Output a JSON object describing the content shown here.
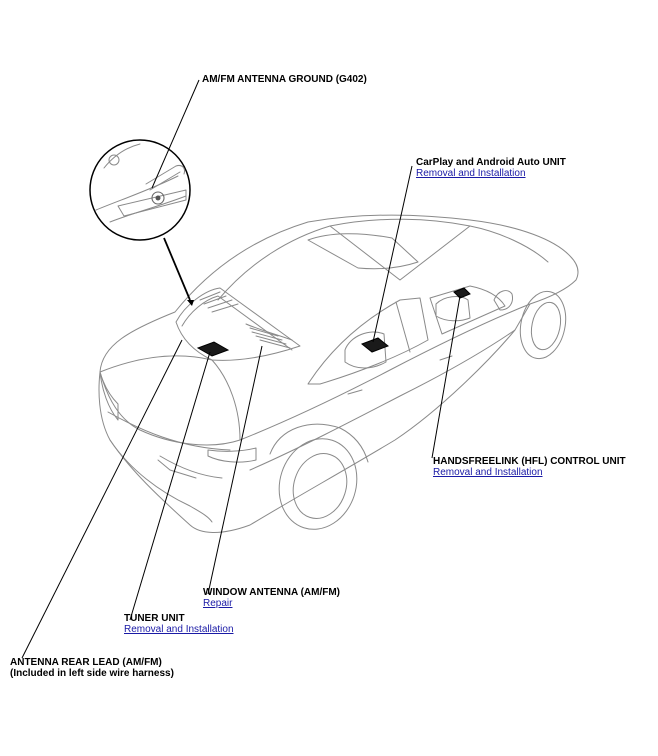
{
  "labels": {
    "ground": {
      "title": "AM/FM ANTENNA GROUND (G402)"
    },
    "carplay": {
      "title": "CarPlay and Android Auto UNIT",
      "link": "Removal and Installation"
    },
    "hfl": {
      "title": "HANDSFREELINK (HFL) CONTROL UNIT",
      "link": "Removal and Installation"
    },
    "window_antenna": {
      "title": "WINDOW ANTENNA (AM/FM)",
      "link": "Repair"
    },
    "tuner": {
      "title": "TUNER UNIT",
      "link": "Removal and Installation"
    },
    "rear_lead": {
      "title_line1": "ANTENNA REAR LEAD (AM/FM)",
      "title_line2": "(Included in left side wire harness)"
    }
  },
  "colors": {
    "link": "#1a1aa6",
    "line": "#000000",
    "car_outline": "#8a8a8a"
  }
}
